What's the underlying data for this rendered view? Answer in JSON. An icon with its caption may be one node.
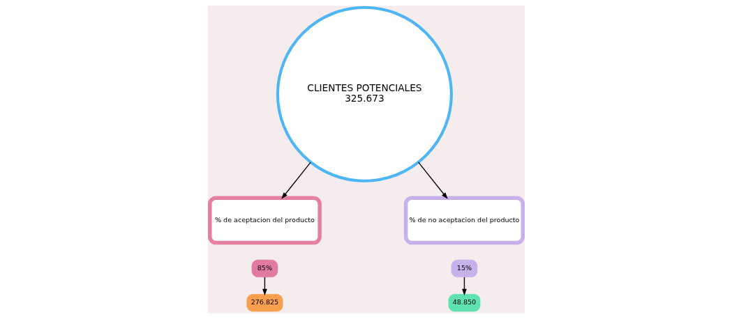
{
  "diagram": {
    "nodes": [
      {
        "text": [
          "CLIENTES POTENCIALES",
          "325.673"
        ]
      },
      {
        "text": [
          "% de aceptacion del producto"
        ]
      },
      {
        "text": [
          "85%"
        ]
      },
      {
        "text": [
          "276.825"
        ]
      },
      {
        "text": [
          "% de no aceptacion del producto"
        ]
      },
      {
        "text": [
          "15%"
        ]
      },
      {
        "text": [
          "48.850"
        ]
      }
    ],
    "edges": [
      {
        "from": 0,
        "to": 1,
        "arrow": "to"
      },
      {
        "from": 0,
        "to": 4,
        "arrow": "to"
      },
      {
        "from": 2,
        "to": 3,
        "arrow": "to"
      },
      {
        "from": 5,
        "to": 6,
        "arrow": "to"
      }
    ]
  }
}
